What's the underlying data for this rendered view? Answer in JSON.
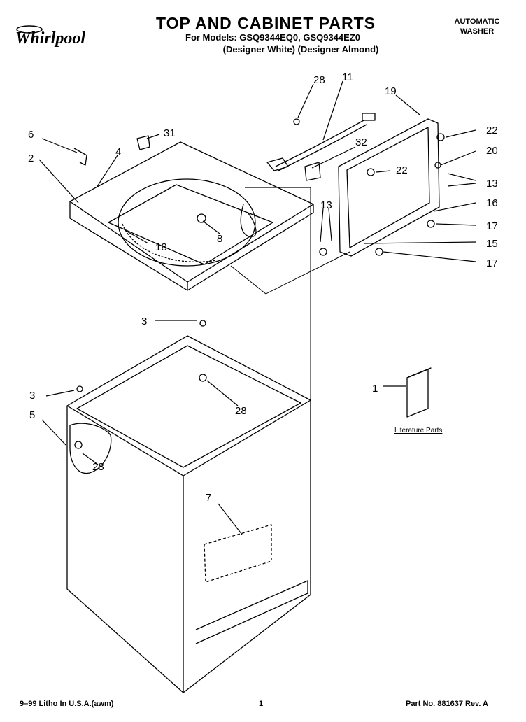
{
  "header": {
    "title": "TOP AND CABINET PARTS",
    "models": "For Models: GSQ9344EQ0, GSQ9344EZ0",
    "colors": "(Designer White) (Designer Almond)",
    "product_line1": "AUTOMATIC",
    "product_line2": "WASHER",
    "brand": "Whirlpool"
  },
  "labels": {
    "p1": "1",
    "p2": "2",
    "p3a": "3",
    "p3b": "3",
    "p4": "4",
    "p5": "5",
    "p6": "6",
    "p7": "7",
    "p8": "8",
    "p11": "11",
    "p13a": "13",
    "p13b": "13",
    "p15": "15",
    "p16": "16",
    "p17a": "17",
    "p17b": "17",
    "p18": "18",
    "p19": "19",
    "p20": "20",
    "p22a": "22",
    "p22b": "22",
    "p28a": "28",
    "p28b": "28",
    "p28c": "28",
    "p31": "31",
    "p32": "32"
  },
  "literature_label": "Literature Parts",
  "footer": {
    "left": "9–99 Litho In U.S.A.(awm)",
    "page": "1",
    "part_no": "Part No. 881637 Rev. A"
  }
}
